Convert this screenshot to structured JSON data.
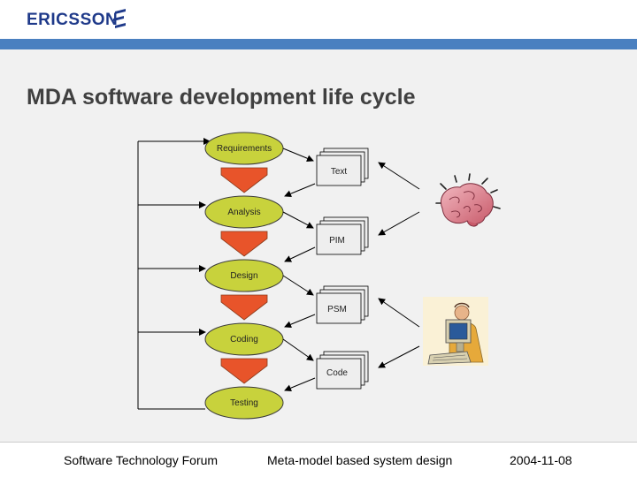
{
  "header": {
    "logo_text": "ERICSSON"
  },
  "title": "MDA software development life cycle",
  "phases": [
    "Requirements",
    "Analysis",
    "Design",
    "Coding",
    "Testing"
  ],
  "artifacts": [
    "Text",
    "PIM",
    "PSM",
    "Code"
  ],
  "footer": {
    "left": "Software Technology Forum",
    "center": "Meta-model based system design",
    "right": "2004-11-08"
  },
  "colors": {
    "brand": "#1f3a8a",
    "band": "#4a80c0",
    "phase_fill": "#c8d23c",
    "arrow_fill": "#e8542a",
    "doc_fill": "#eeeeee"
  },
  "icons": [
    "ericsson-logo-icon",
    "brain-icon",
    "person-at-computer-icon"
  ]
}
